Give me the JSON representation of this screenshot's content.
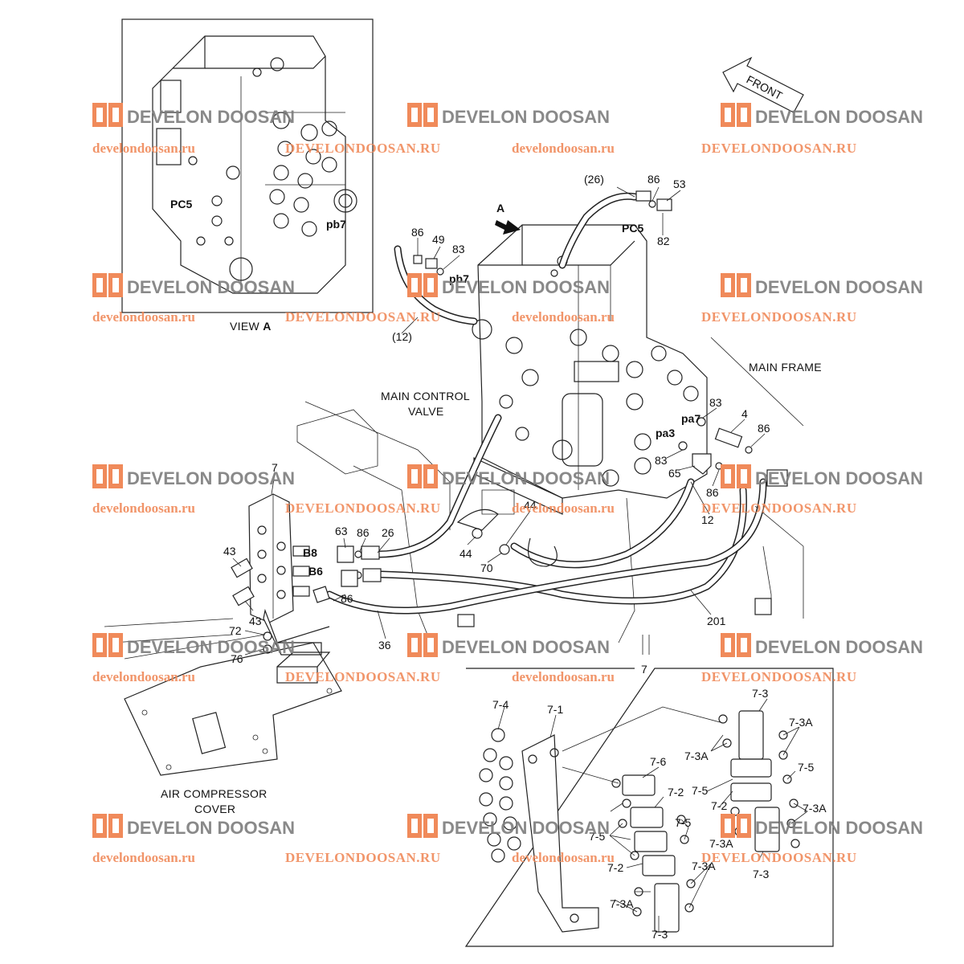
{
  "watermark": {
    "brand": "DEVELON DOOSAN",
    "url_lower": "develondoosan.ru",
    "url_upper": "DEVELONDOOSAN.RU",
    "logo_color": "#f08a5a",
    "brand_color": "#7d7d7d"
  },
  "captions": {
    "view_a_prefix": "VIEW",
    "view_a_letter": "A",
    "main_frame": "MAIN FRAME",
    "main_control_valve_1": "MAIN CONTROL",
    "main_control_valve_2": "VALVE",
    "air_compressor_1": "AIR COMPRESSOR",
    "air_compressor_2": "COVER",
    "front": "FRONT",
    "arrow_a": "A"
  },
  "callouts": {
    "pc5": "PC5",
    "pb7": "pb7",
    "pa7": "pa7",
    "pa3": "pa3",
    "b8": "B8",
    "b6": "B6",
    "p26": "(26)",
    "p12": "(12)",
    "n86": "86",
    "n53": "53",
    "n82": "82",
    "n49": "49",
    "n83": "83",
    "n4": "4",
    "n65": "65",
    "n12": "12",
    "n44": "44",
    "n70": "70",
    "n26": "26",
    "n63": "63",
    "n7": "7",
    "n43": "43",
    "n72": "72",
    "n76": "76",
    "n36": "36",
    "n201": "201",
    "d7_1": "7-1",
    "d7_2": "7-2",
    "d7_3": "7-3",
    "d7_3a": "7-3A",
    "d7_4": "7-4",
    "d7_5": "7-5",
    "d7_6": "7-6"
  }
}
